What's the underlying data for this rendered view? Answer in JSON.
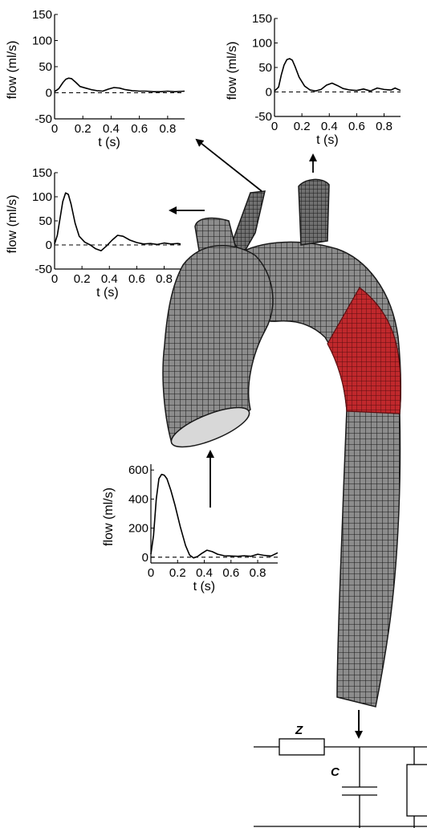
{
  "chart_data": [
    {
      "id": "p1",
      "type": "line",
      "xlabel": "t (s)",
      "ylabel": "flow (ml/s)",
      "xlim": [
        0,
        0.92
      ],
      "ylim": [
        -50,
        150
      ],
      "xticks": [
        "0",
        "0.2",
        "0.4",
        "0.6",
        "0.8"
      ],
      "yticks": [
        "150",
        "100",
        "50",
        "0",
        "-50"
      ],
      "zero_line": "dashed",
      "x": [
        0,
        0.03,
        0.06,
        0.08,
        0.1,
        0.12,
        0.15,
        0.18,
        0.22,
        0.26,
        0.3,
        0.34,
        0.38,
        0.42,
        0.46,
        0.5,
        0.55,
        0.6,
        0.65,
        0.7,
        0.75,
        0.8,
        0.85,
        0.92
      ],
      "y": [
        2,
        8,
        20,
        26,
        28,
        27,
        20,
        12,
        9,
        6,
        4,
        3,
        7,
        10,
        9,
        6,
        4,
        3,
        3,
        2,
        2,
        3,
        2,
        3
      ]
    },
    {
      "id": "p2",
      "type": "line",
      "xlabel": "t (s)",
      "ylabel": "flow (ml/s)",
      "xlim": [
        0,
        0.92
      ],
      "ylim": [
        -50,
        150
      ],
      "xticks": [
        "0",
        "0.2",
        "0.4",
        "0.6",
        "0.8"
      ],
      "yticks": [
        "150",
        "100",
        "50",
        "0",
        "-50"
      ],
      "zero_line": "dashed",
      "x": [
        0,
        0.03,
        0.05,
        0.07,
        0.09,
        0.11,
        0.13,
        0.15,
        0.18,
        0.22,
        0.26,
        0.3,
        0.34,
        0.38,
        0.42,
        0.46,
        0.5,
        0.55,
        0.6,
        0.65,
        0.7,
        0.75,
        0.8,
        0.85,
        0.88,
        0.92
      ],
      "y": [
        2,
        10,
        35,
        55,
        66,
        68,
        65,
        52,
        30,
        12,
        4,
        2,
        5,
        14,
        18,
        13,
        7,
        4,
        3,
        6,
        2,
        8,
        5,
        4,
        8,
        3
      ]
    },
    {
      "id": "p3",
      "type": "line",
      "xlabel": "t (s)",
      "ylabel": "flow (ml/s)",
      "xlim": [
        0,
        0.92
      ],
      "ylim": [
        -50,
        150
      ],
      "xticks": [
        "0",
        "0.2",
        "0.4",
        "0.6",
        "0.8"
      ],
      "yticks": [
        "150",
        "100",
        "50",
        "0",
        "-50"
      ],
      "zero_line": "dashed",
      "x": [
        0,
        0.02,
        0.04,
        0.06,
        0.08,
        0.1,
        0.12,
        0.15,
        0.18,
        0.22,
        0.26,
        0.3,
        0.34,
        0.38,
        0.42,
        0.46,
        0.5,
        0.55,
        0.6,
        0.65,
        0.7,
        0.75,
        0.8,
        0.85,
        0.9,
        0.92
      ],
      "y": [
        2,
        20,
        55,
        90,
        108,
        105,
        85,
        45,
        18,
        6,
        0,
        -8,
        -12,
        -2,
        10,
        20,
        18,
        10,
        5,
        2,
        3,
        1,
        4,
        2,
        3,
        2
      ]
    },
    {
      "id": "p4",
      "type": "line",
      "xlabel": "t (s)",
      "ylabel": "flow (ml/s)",
      "xlim": [
        0,
        0.95
      ],
      "ylim": [
        -40,
        640
      ],
      "xticks": [
        "0",
        "0.2",
        "0.4",
        "0.6",
        "0.8"
      ],
      "yticks": [
        "600",
        "400",
        "200",
        "0"
      ],
      "zero_line": "dashed",
      "x": [
        0,
        0.02,
        0.04,
        0.06,
        0.08,
        0.1,
        0.12,
        0.15,
        0.18,
        0.22,
        0.26,
        0.29,
        0.32,
        0.35,
        0.38,
        0.42,
        0.46,
        0.5,
        0.55,
        0.6,
        0.65,
        0.7,
        0.75,
        0.8,
        0.85,
        0.9,
        0.95
      ],
      "y": [
        20,
        150,
        400,
        540,
        570,
        565,
        540,
        460,
        360,
        210,
        80,
        15,
        -5,
        5,
        25,
        48,
        38,
        20,
        10,
        8,
        6,
        10,
        6,
        20,
        12,
        8,
        30
      ]
    }
  ],
  "circuit": {
    "labels": [
      "Z",
      "C"
    ]
  },
  "colors": {
    "mesh": "#2a2a2a",
    "mesh_fill": "#8c8c8c",
    "highlight": "#c0282c"
  }
}
